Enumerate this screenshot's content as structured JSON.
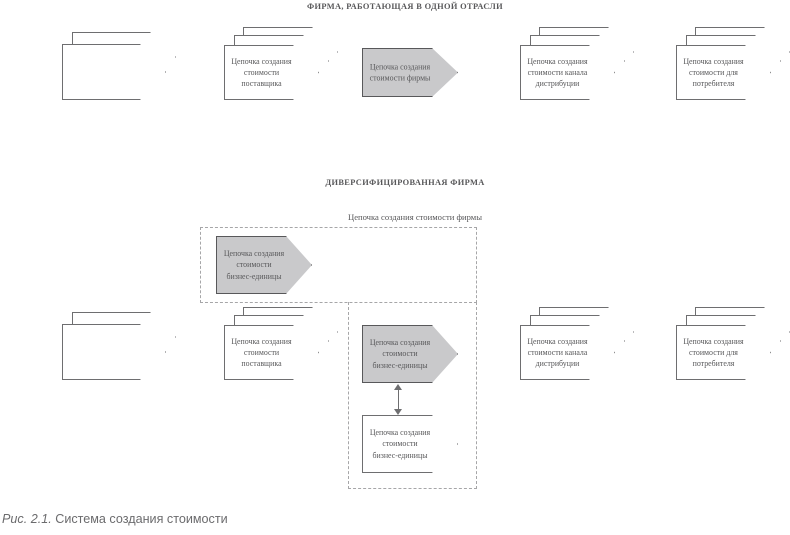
{
  "figure": {
    "caption_number": "Рис. 2.1.",
    "caption_text": "Система создания стоимости"
  },
  "colors": {
    "stroke": "#6e6e70",
    "gray_fill": "#c9c9cb",
    "dashed_stroke": "#a6a6a8",
    "text": "#58585a",
    "caption_text": "#6b6b6d"
  },
  "sections": {
    "industry": {
      "title": "ФИРМА, РАБОТАЮЩАЯ В ОДНОЙ ОТРАСЛИ",
      "nodes": {
        "upstream": "",
        "supplier": "Цепочка создания стоимости поставщика",
        "firm": "Цепочка создания стоимости фирмы",
        "channel": "Цепочка создания стоимости канала дистрибуции",
        "buyer": "Цепочка создания стоимости для потребителя"
      }
    },
    "diversified": {
      "title": "ДИВЕРСИФИЦИРОВАННАЯ ФИРМА",
      "group_label": "Цепочка создания стоимости фирмы",
      "nodes": {
        "upstream": "",
        "supplier": "Цепочка создания стоимости поставщика",
        "business_unit_1": "Цепочка создания стоимости бизнес-единицы",
        "business_unit_2": "Цепочка создания стоимости бизнес-единицы",
        "business_unit_3": "Цепочка создания стоимости бизнес-единицы",
        "channel": "Цепочка создания стоимости канала дистрибуции",
        "buyer": "Цепочка создания стоимости для потребителя"
      }
    }
  }
}
